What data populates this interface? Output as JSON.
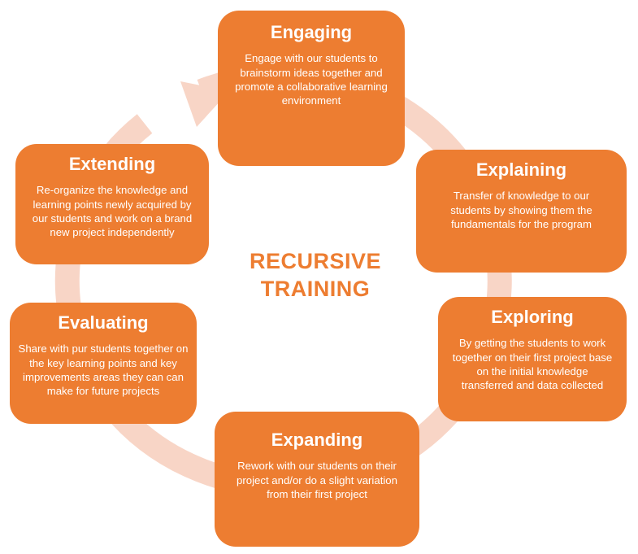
{
  "center": {
    "line1": "RECURSIVE",
    "line2": "TRAINING"
  },
  "stages": [
    {
      "title": "Engaging",
      "text": "Engage with our students to brainstorm ideas together and promote  a collaborative learning environment"
    },
    {
      "title": "Explaining",
      "text": "Transfer of knowledge to our students by showing them the fundamentals for the program"
    },
    {
      "title": "Exploring",
      "text": "By getting the students to work together on their first project base on the initial knowledge transferred and data collected"
    },
    {
      "title": "Expanding",
      "text": "Rework with our students on their project and/or do a slight variation from their first project"
    },
    {
      "title": "Evaluating",
      "text": "Share with pur students together on the key learning points and key improvements areas they can can make for future projects"
    },
    {
      "title": "Extending",
      "text": "Re-organize the knowledge and learning points newly acquired by our students and work on a brand new project independently"
    }
  ],
  "colors": {
    "box": "#ed7d31",
    "ring": "#f8d5c6",
    "center_text": "#ed7d31",
    "box_text": "#ffffff"
  }
}
